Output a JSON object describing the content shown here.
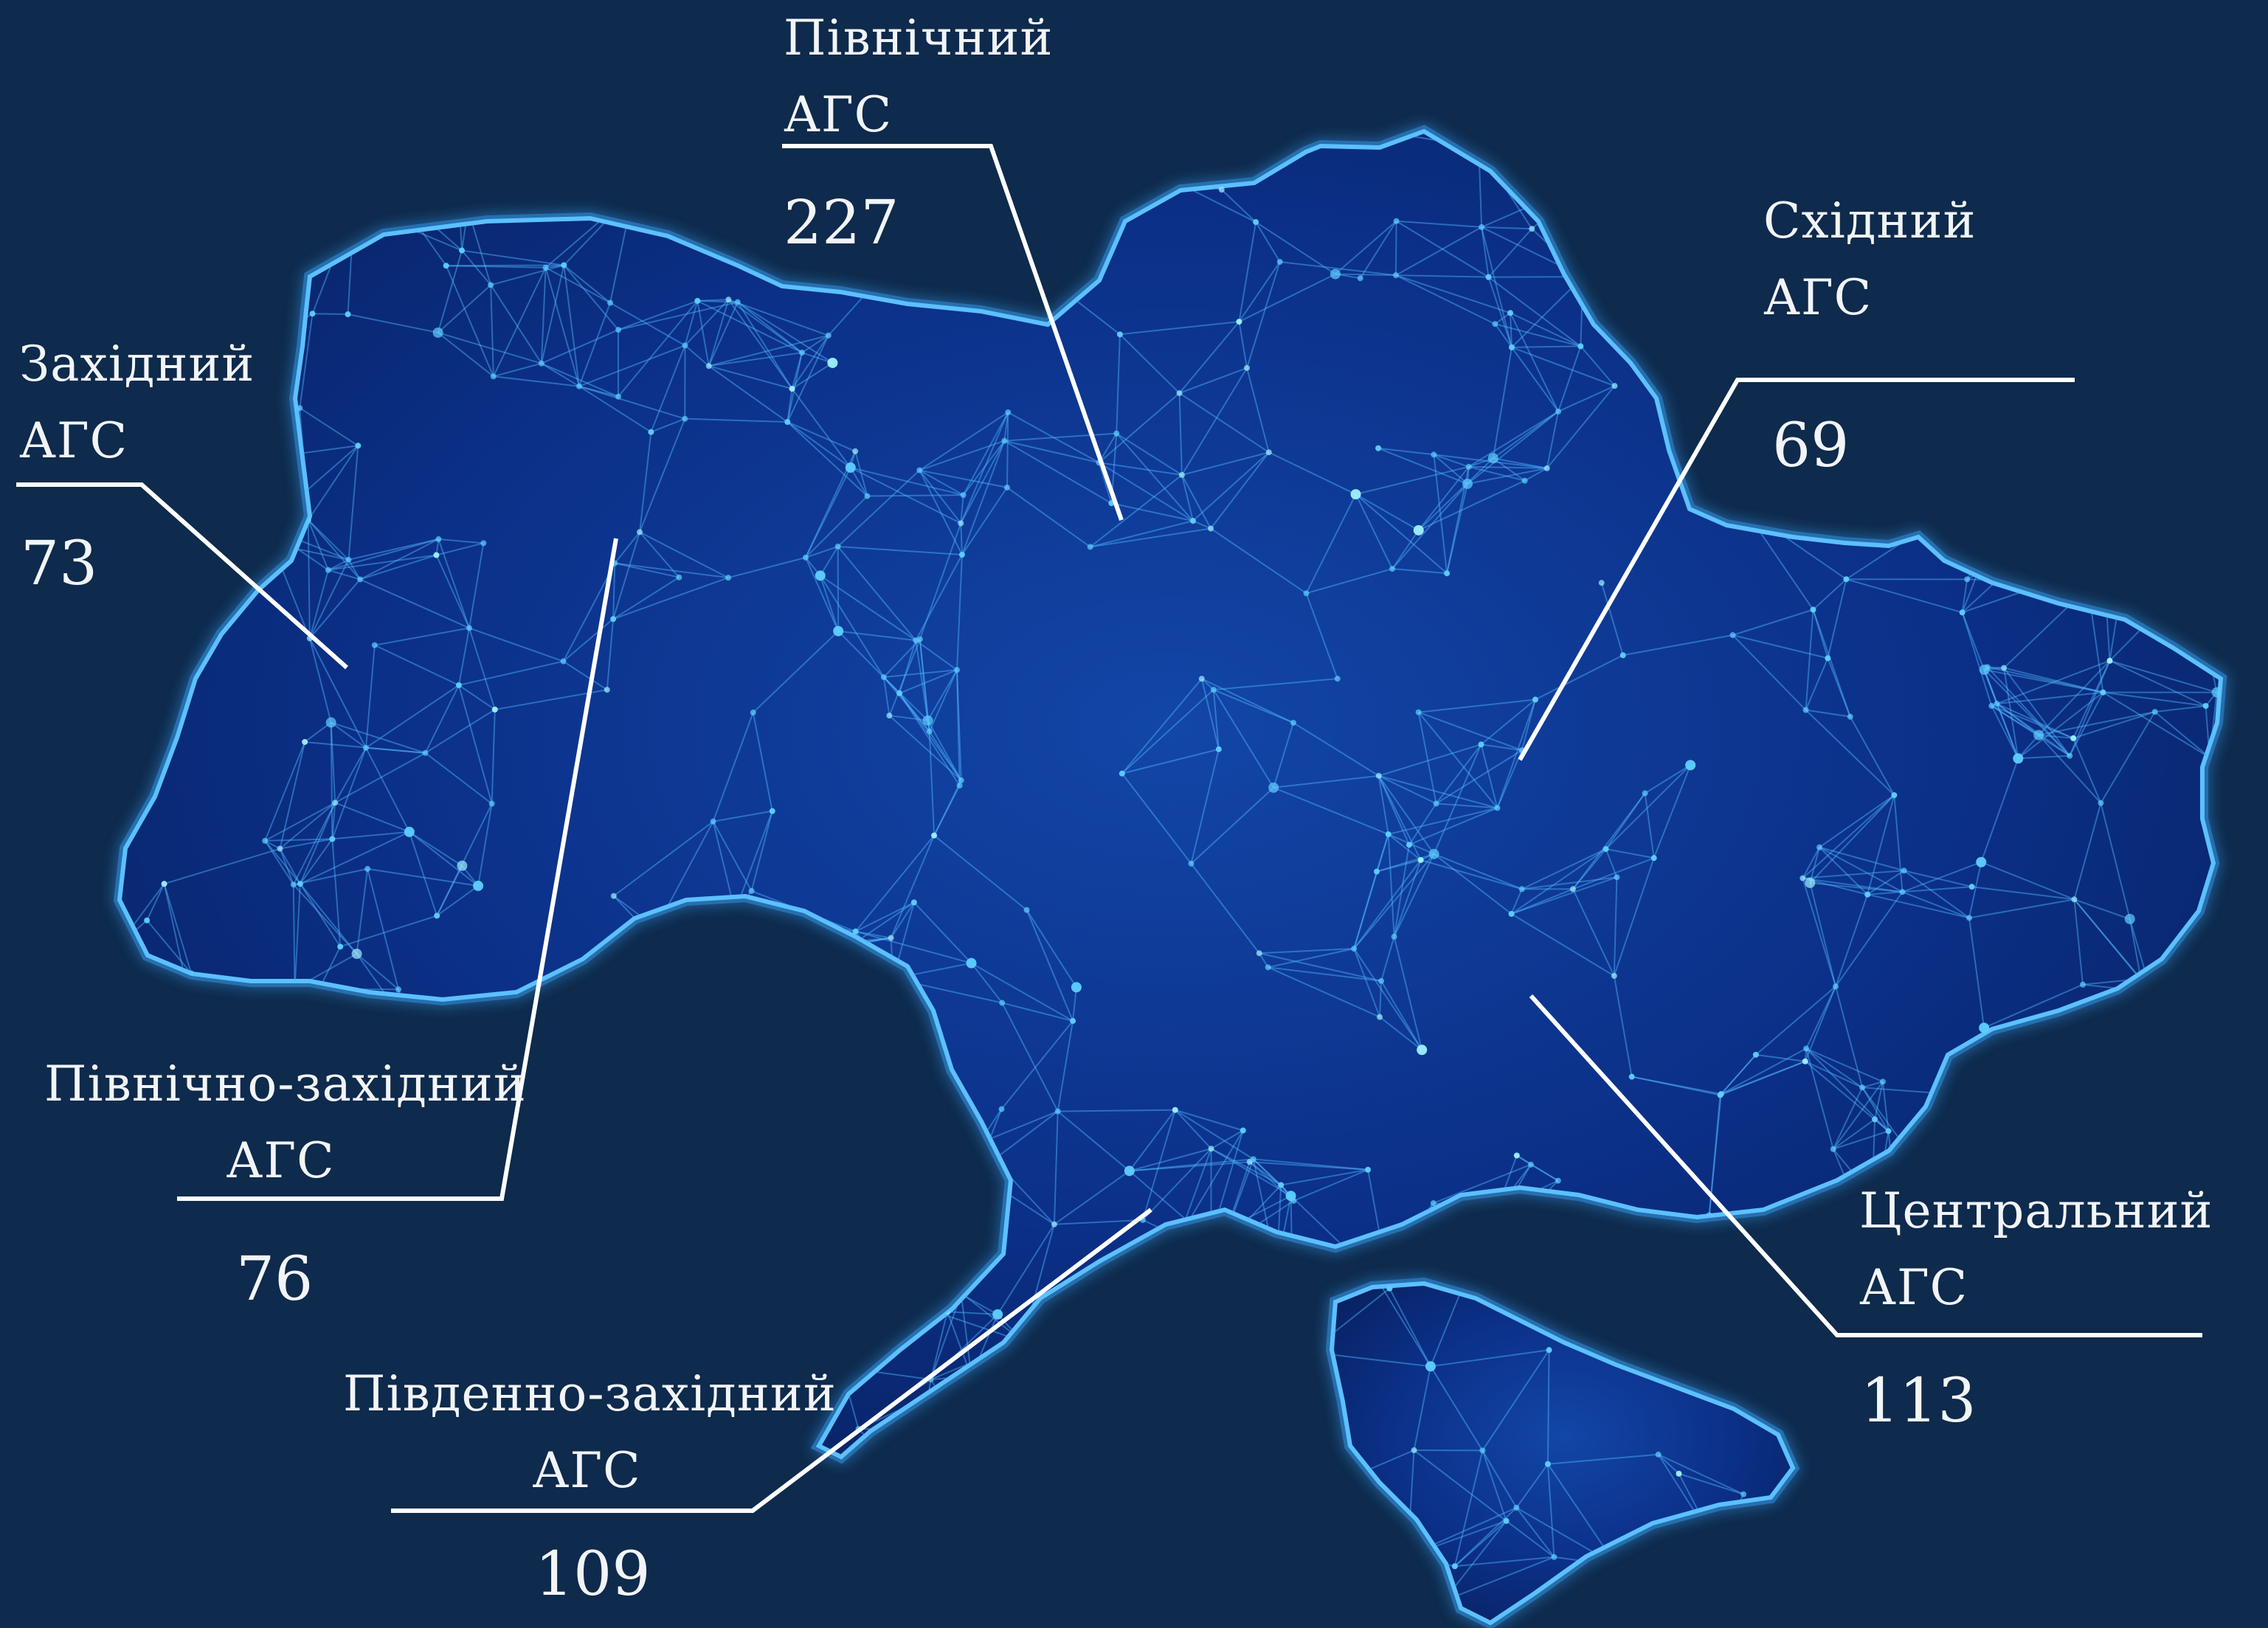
{
  "regions": [
    {
      "id": "western",
      "name": "Західний",
      "kind": "АГС",
      "count": "73"
    },
    {
      "id": "northern",
      "name": "Північний",
      "kind": "АГС",
      "count": "227"
    },
    {
      "id": "eastern",
      "name": "Східний",
      "kind": "АГС",
      "count": "69"
    },
    {
      "id": "northwestern",
      "name": "Північно-західний",
      "kind": "АГС",
      "count": "76"
    },
    {
      "id": "southwestern",
      "name": "Південно-західний",
      "kind": "АГС",
      "count": "109"
    },
    {
      "id": "central",
      "name": "Центральний",
      "kind": "АГС",
      "count": "113"
    }
  ],
  "colors": {
    "background": "#0e2a4c",
    "map_fill": "#0a2a78",
    "map_glow": "#3aa8ff",
    "network": "#4fb6ff",
    "nodes": "#7fe3ff",
    "text": "#f2f4f7",
    "leader": "#ffffff"
  }
}
